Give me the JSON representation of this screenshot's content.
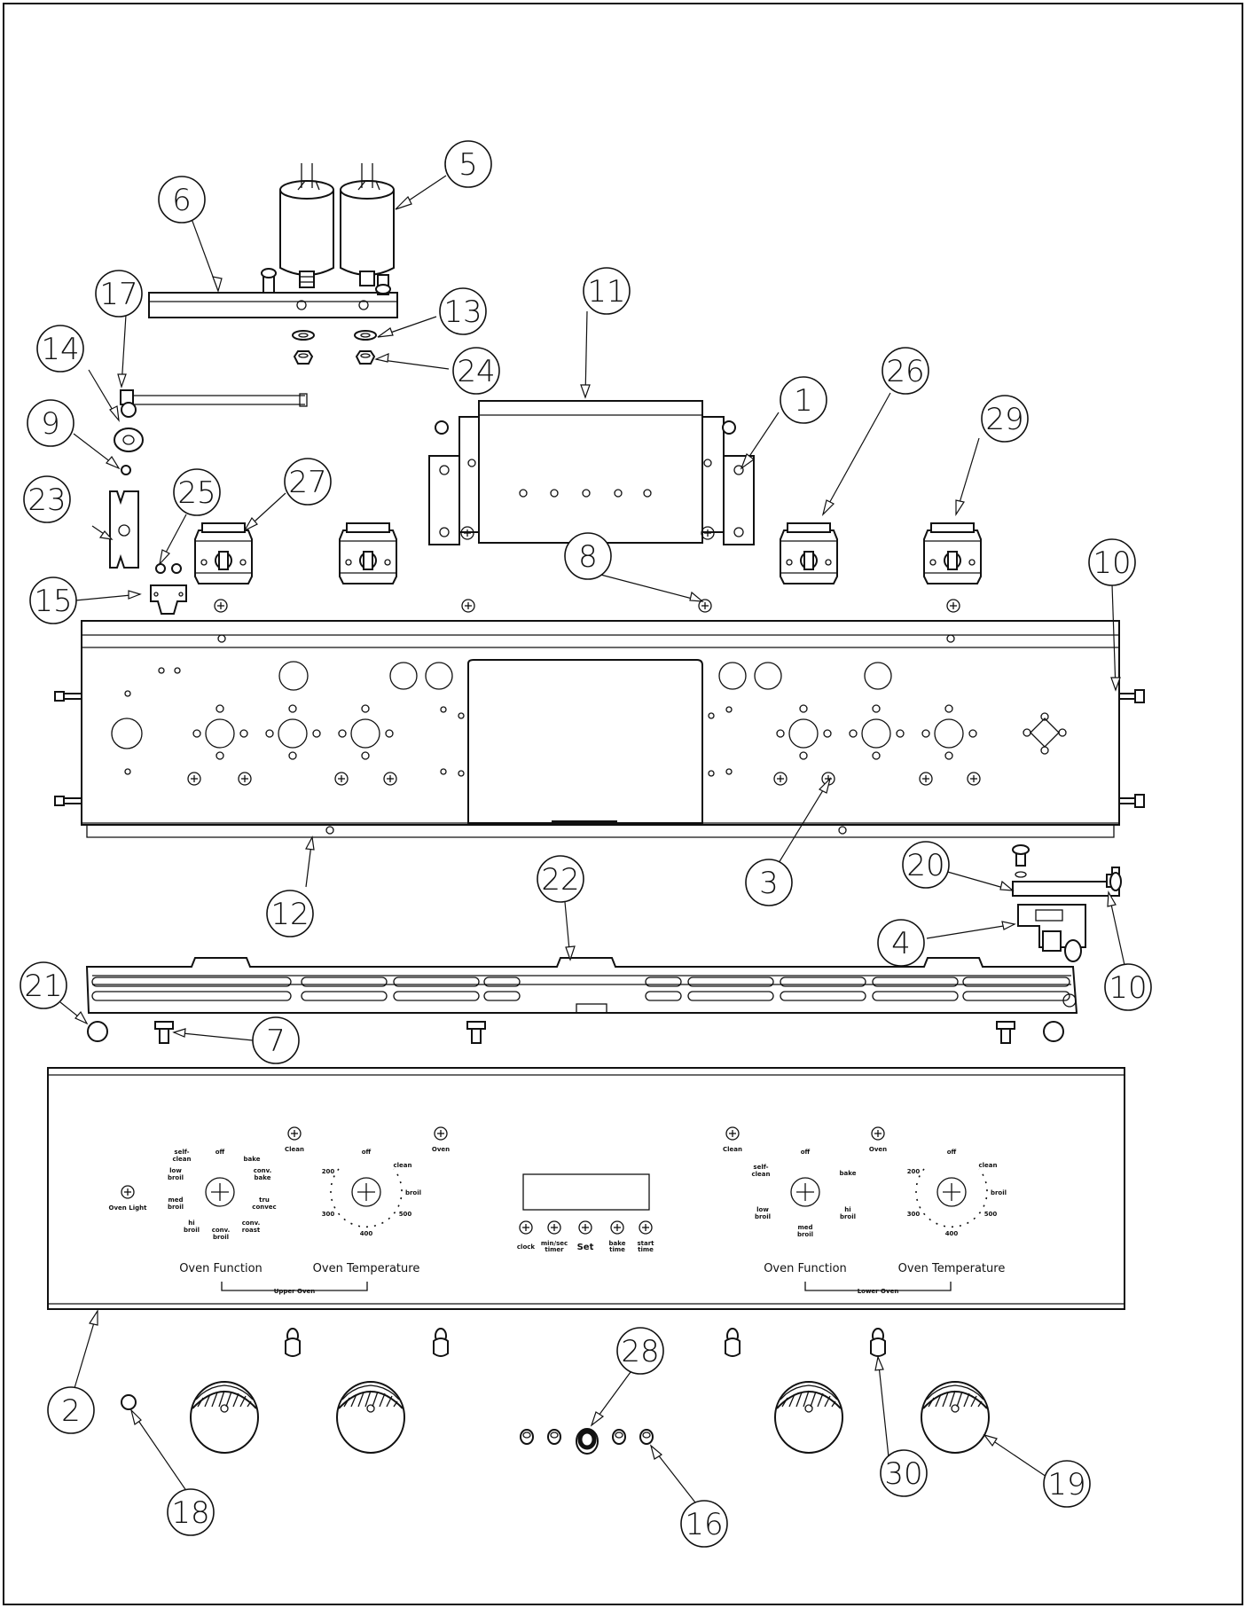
{
  "callouts": [
    {
      "id": "c1",
      "label": "1"
    },
    {
      "id": "c2",
      "label": "2"
    },
    {
      "id": "c3",
      "label": "3"
    },
    {
      "id": "c4",
      "label": "4"
    },
    {
      "id": "c5",
      "label": "5"
    },
    {
      "id": "c6",
      "label": "6"
    },
    {
      "id": "c7",
      "label": "7"
    },
    {
      "id": "c8",
      "label": "8"
    },
    {
      "id": "c9",
      "label": "9"
    },
    {
      "id": "c10a",
      "label": "10"
    },
    {
      "id": "c10b",
      "label": "10"
    },
    {
      "id": "c11",
      "label": "11"
    },
    {
      "id": "c12",
      "label": "12"
    },
    {
      "id": "c13",
      "label": "13"
    },
    {
      "id": "c14",
      "label": "14"
    },
    {
      "id": "c15",
      "label": "15"
    },
    {
      "id": "c16",
      "label": "16"
    },
    {
      "id": "c17",
      "label": "17"
    },
    {
      "id": "c18",
      "label": "18"
    },
    {
      "id": "c19",
      "label": "19"
    },
    {
      "id": "c20",
      "label": "20"
    },
    {
      "id": "c21",
      "label": "21"
    },
    {
      "id": "c22",
      "label": "22"
    },
    {
      "id": "c23",
      "label": "23"
    },
    {
      "id": "c24",
      "label": "24"
    },
    {
      "id": "c25",
      "label": "25"
    },
    {
      "id": "c26",
      "label": "26"
    },
    {
      "id": "c27",
      "label": "27"
    },
    {
      "id": "c28",
      "label": "28"
    },
    {
      "id": "c29",
      "label": "29"
    },
    {
      "id": "c30",
      "label": "30"
    }
  ],
  "panel": {
    "upper_function": {
      "self_clean_1": "self-",
      "self_clean_2": "clean",
      "off": "off",
      "bake": "bake",
      "low_broil_1": "low",
      "low_broil_2": "broil",
      "conv_bake_1": "conv.",
      "conv_bake_2": "bake",
      "med_broil_1": "med",
      "med_broil_2": "broil",
      "tru_convec_1": "tru",
      "tru_convec_2": "convec",
      "hi_broil_1": "hi",
      "hi_broil_2": "broil",
      "conv_broil_1": "conv.",
      "conv_broil_2": "broil",
      "conv_roast_1": "conv.",
      "conv_roast_2": "roast",
      "title": "Oven Function"
    },
    "upper_temperature": {
      "off": "off",
      "clean": "clean",
      "t200": "200",
      "broil": "broil",
      "t300": "300",
      "t500": "500",
      "t400": "400",
      "title": "Oven Temperature"
    },
    "upper_oven_caption": "Upper Oven",
    "lower_oven_caption": "Lower Oven",
    "oven_light": "Oven Light",
    "clean": "Clean",
    "oven": "Oven",
    "lower_function": {
      "self_clean_1": "self-",
      "self_clean_2": "clean",
      "off": "off",
      "bake": "bake",
      "low_broil_1": "low",
      "low_broil_2": "broil",
      "hi_broil_1": "hi",
      "hi_broil_2": "broil",
      "med_broil_1": "med",
      "med_broil_2": "broil",
      "title": "Oven Function"
    },
    "lower_temperature": {
      "off": "off",
      "clean": "clean",
      "t200": "200",
      "broil": "broil",
      "t300": "300",
      "t500": "500",
      "t400": "400",
      "title": "Oven Temperature"
    },
    "clock_buttons": {
      "clock": "clock",
      "min_sec_1": "min/sec",
      "min_sec_2": "timer",
      "set": "Set",
      "bake_time_1": "bake",
      "bake_time_2": "time",
      "start_time_1": "start",
      "start_time_2": "time"
    }
  }
}
